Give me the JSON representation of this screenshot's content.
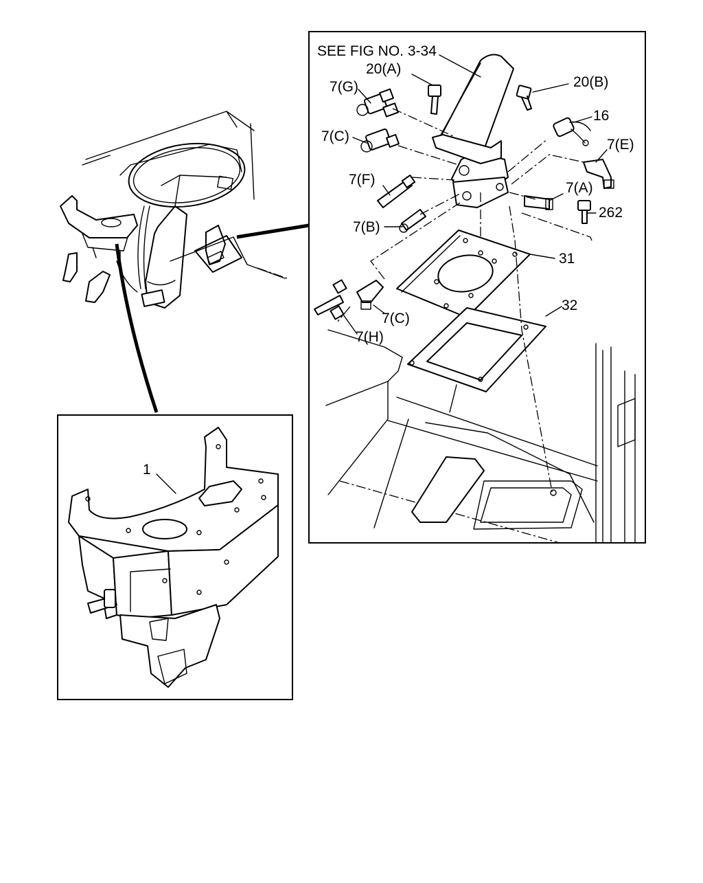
{
  "diagram": {
    "reference_note": "SEE FIG NO. 3-34",
    "callouts": {
      "c20a": "20(A)",
      "c20b": "20(B)",
      "c7g": "7(G)",
      "c16": "16",
      "c7c_top": "7(C)",
      "c7e": "7(E)",
      "c7f": "7(F)",
      "c7a": "7(A)",
      "c262": "262",
      "c7b": "7(B)",
      "c31": "31",
      "c32": "32",
      "c7c_bottom": "7(C)",
      "c7h": "7(H)",
      "c1": "1"
    },
    "panels": [
      "cab-overview",
      "detail-valve-assembly",
      "detail-bracket"
    ]
  }
}
